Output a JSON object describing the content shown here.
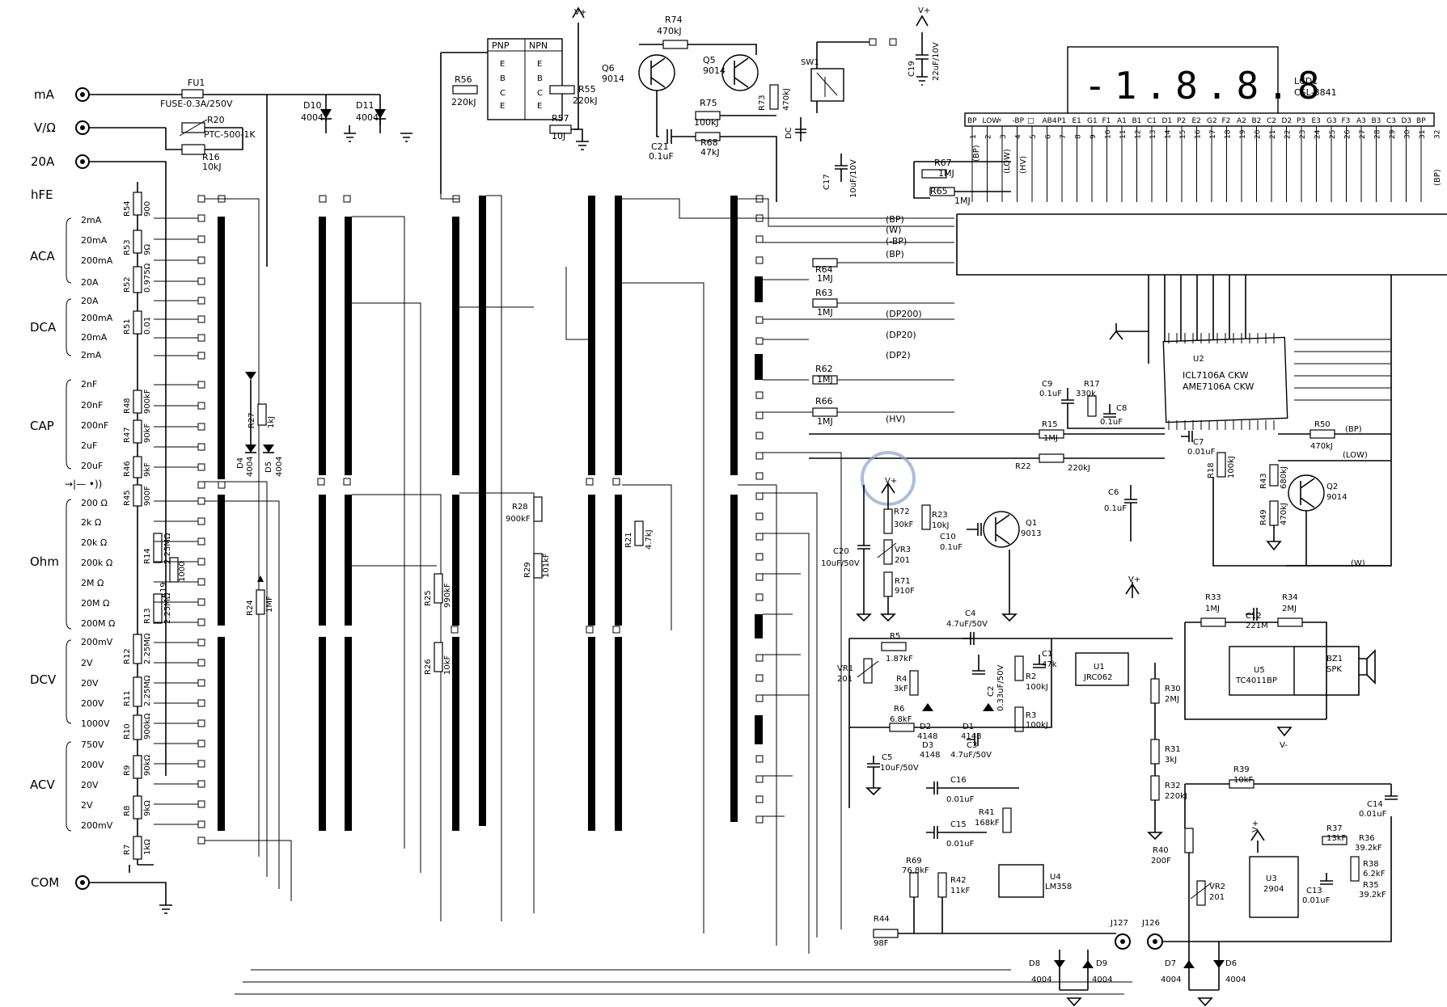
{
  "inputs": {
    "terminals": [
      "mA",
      "V/Ω",
      "20A",
      "COM"
    ],
    "hfe_label": "hFE"
  },
  "fuse": {
    "ref": "FU1",
    "value": "FUSE-0.3A/250V"
  },
  "ptc": {
    "ref": "R20",
    "value": "PTC-500-1K"
  },
  "r16": {
    "ref": "R16",
    "value": "10kJ"
  },
  "ranges": {
    "ACA": [
      "2mA",
      "20mA",
      "200mA",
      "20A"
    ],
    "DCA": [
      "20A",
      "200mA",
      "20mA",
      "2mA"
    ],
    "CAP": [
      "2nF",
      "20nF",
      "200nF",
      "2uF",
      "20uF"
    ],
    "diode_label": "→|— •))",
    "Ohm": [
      "200 Ω",
      "2k Ω",
      "20k Ω",
      "200k Ω",
      "2M Ω",
      "20M Ω",
      "200M Ω"
    ],
    "DCV": [
      "200mV",
      "2V",
      "20V",
      "200V",
      "1000V"
    ],
    "ACV": [
      "750V",
      "200V",
      "20V",
      "2V",
      "200mV"
    ]
  },
  "group_labels": [
    "ACA",
    "DCA",
    "CAP",
    "Ohm",
    "DCV",
    "ACV"
  ],
  "left_resistors": [
    {
      "ref": "R54",
      "value": "900"
    },
    {
      "ref": "R53",
      "value": "9Ω"
    },
    {
      "ref": "R52",
      "value": "0.975Ω"
    },
    {
      "ref": "R51",
      "value": "0.01"
    },
    {
      "ref": "R48",
      "value": "900kF"
    },
    {
      "ref": "R47",
      "value": "90kF"
    },
    {
      "ref": "R46",
      "value": "9kF"
    },
    {
      "ref": "R45",
      "value": "900F"
    },
    {
      "ref": "R14",
      "value": "2.25MΩ"
    },
    {
      "ref": "R19",
      "value": "1000"
    },
    {
      "ref": "R13",
      "value": "2.25MΩ"
    },
    {
      "ref": "R12",
      "value": "2.25MΩ"
    },
    {
      "ref": "R11",
      "value": "2.25MΩ"
    },
    {
      "ref": "R10",
      "value": "900kΩ"
    },
    {
      "ref": "R9",
      "value": "90kΩ"
    },
    {
      "ref": "R8",
      "value": "9kΩ"
    },
    {
      "ref": "R7",
      "value": "1kΩ"
    }
  ],
  "diodes_top": [
    {
      "ref": "D10",
      "value": "4004"
    },
    {
      "ref": "D11",
      "value": "4004"
    }
  ],
  "mid_parts": [
    {
      "ref": "R27",
      "value": "1kJ"
    },
    {
      "ref": "D4",
      "value": "4004"
    },
    {
      "ref": "D5",
      "value": "4004"
    },
    {
      "ref": "R24",
      "value": "1MF"
    },
    {
      "ref": "R25",
      "value": "990kF"
    },
    {
      "ref": "R26",
      "value": "10kF"
    },
    {
      "ref": "R28",
      "value": "900kF"
    },
    {
      "ref": "R29",
      "value": "101kF"
    },
    {
      "ref": "R21",
      "value": "4.7kJ"
    }
  ],
  "hfe_block": {
    "pnp": "PNP",
    "npn": "NPN",
    "pins": [
      "E",
      "B",
      "C",
      "E"
    ],
    "r56": {
      "ref": "R56",
      "value": "220kJ"
    },
    "r55": {
      "ref": "R55",
      "value": "220kJ"
    },
    "r57": {
      "ref": "R57",
      "value": "10J"
    }
  },
  "top_parts": [
    {
      "ref": "R74",
      "value": "470kJ"
    },
    {
      "ref": "Q6",
      "value": "9014"
    },
    {
      "ref": "Q5",
      "value": "9014"
    },
    {
      "ref": "R75",
      "value": "100kJ"
    },
    {
      "ref": "R68",
      "value": "47kJ"
    },
    {
      "ref": "C21",
      "value": "0.1uF"
    },
    {
      "ref": "R73",
      "value": "470kJ"
    },
    {
      "ref": "SW1",
      "value": ""
    },
    {
      "ref": "C19",
      "value": "22uF/10V"
    },
    {
      "ref": "C17",
      "value": "10uF/10V"
    },
    {
      "ref": "R67",
      "value": "1MJ"
    },
    {
      "ref": "R65",
      "value": "1MJ"
    },
    {
      "ref": "DC",
      "value": ""
    }
  ],
  "lcd": {
    "ref": "LCD1",
    "part": "CSL-8841",
    "digits": "-1.8.8.8",
    "segments": [
      "BP",
      "LOW",
      "⚡",
      "-BP",
      "□",
      "AB4",
      "P1",
      "E1",
      "G1",
      "F1",
      "A1",
      "B1",
      "C1",
      "D1",
      "P2",
      "E2",
      "G2",
      "F2",
      "A2",
      "B2",
      "C2",
      "D2",
      "P3",
      "E3",
      "G3",
      "F3",
      "A3",
      "B3",
      "C3",
      "D3",
      "BP"
    ],
    "pin_numbers": [
      "1",
      "2",
      "3",
      "4",
      "5",
      "6",
      "7",
      "8",
      "9",
      "10",
      "11",
      "12",
      "13",
      "14",
      "15",
      "16",
      "17",
      "18",
      "19",
      "20",
      "21",
      "22",
      "23",
      "24",
      "25",
      "26",
      "27",
      "28",
      "29",
      "30",
      "31",
      "32"
    ],
    "bus_labels": [
      "(BP)",
      "(LOW)",
      "(HV)",
      "(BP)"
    ]
  },
  "net_labels": [
    "(BP)",
    "(W)",
    "(-BP)",
    "(BP)",
    "(DP200)",
    "(DP20)",
    "(DP2)",
    "(HV)"
  ],
  "right_resistors": [
    {
      "ref": "R64",
      "value": "1MJ"
    },
    {
      "ref": "R63",
      "value": "1MJ"
    },
    {
      "ref": "R62",
      "value": "1MJ"
    },
    {
      "ref": "R66",
      "value": "1MJ"
    }
  ],
  "adc": {
    "ref": "U2",
    "part1": "ICL7106A CKW",
    "part2": "AME7106A CKW",
    "c9": {
      "ref": "C9",
      "value": "0.1uF"
    },
    "r17": {
      "ref": "R17",
      "value": "330k"
    },
    "c8": {
      "ref": "C8",
      "value": "0.1uF"
    },
    "c7": {
      "ref": "C7",
      "value": "0.01uF"
    },
    "r15": {
      "ref": "R15",
      "value": "1MJ"
    },
    "r22": {
      "ref": "R22",
      "value": "220kJ"
    },
    "c6": {
      "ref": "C6",
      "value": "0.1uF"
    },
    "r18": {
      "ref": "R18",
      "value": "100kJ"
    }
  },
  "low_batt": {
    "r50": {
      "ref": "R50",
      "value": "470kJ"
    },
    "net_bp": "(BP)",
    "net_low": "(LOW)",
    "q2": {
      "ref": "Q2",
      "value": "9014"
    },
    "r43": {
      "ref": "R43",
      "value": "680kJ"
    },
    "r49": {
      "ref": "R49",
      "value": "470kJ"
    },
    "net_w": "(W)"
  },
  "ref_block": {
    "r72": {
      "ref": "R72",
      "value": "30kF"
    },
    "r23": {
      "ref": "R23",
      "value": "10kJ"
    },
    "vr3": {
      "ref": "VR3",
      "value": "201"
    },
    "r71": {
      "ref": "R71",
      "value": "910F"
    },
    "c20": {
      "ref": "C20",
      "value": "10uF/50V"
    },
    "c10": {
      "ref": "C10",
      "value": "0.1uF"
    },
    "q1": {
      "ref": "Q1",
      "value": "9013"
    }
  },
  "ac_block": {
    "c4": {
      "ref": "C4",
      "value": "4.7uF/50V"
    },
    "r5": {
      "ref": "R5",
      "value": "1.87kF"
    },
    "vr1": {
      "ref": "VR1",
      "value": "201"
    },
    "r4": {
      "ref": "R4",
      "value": "3kF"
    },
    "c2": {
      "ref": "C2",
      "value": "0.33uF/50V"
    },
    "c1": {
      "ref": "C1",
      "value": "47k"
    },
    "r2": {
      "ref": "R2",
      "value": "100kJ"
    },
    "r3": {
      "ref": "R3",
      "value": "100kJ"
    },
    "u1": {
      "ref": "U1",
      "value": "JRC062"
    },
    "d2": {
      "ref": "D2",
      "value": "4148"
    },
    "d1": {
      "ref": "D1",
      "value": "4148"
    },
    "d3": {
      "ref": "D3",
      "value": "4148"
    },
    "r6": {
      "ref": "R6",
      "value": "6.8kF"
    },
    "c3": {
      "ref": "C3",
      "value": "4.7uF/50V"
    },
    "c5": {
      "ref": "C5",
      "value": "10uF/50V"
    }
  },
  "buzzer": {
    "r33": {
      "ref": "R33",
      "value": "1MJ"
    },
    "c12": {
      "ref": "C12",
      "value": "221M"
    },
    "r34": {
      "ref": "R34",
      "value": "2MJ"
    },
    "u5": {
      "ref": "U5",
      "value": "TC4011BP"
    },
    "bz1": {
      "ref": "BZ1",
      "value": "SPK"
    },
    "r30": {
      "ref": "R30",
      "value": "2MJ"
    },
    "r31": {
      "ref": "R31",
      "value": "3kJ"
    },
    "r32": {
      "ref": "R32",
      "value": "220kJ"
    }
  },
  "bottom_mid": {
    "c16": {
      "ref": "C16",
      "value": "0.01uF"
    },
    "c15": {
      "ref": "C15",
      "value": "0.01uF"
    },
    "r41": {
      "ref": "R41",
      "value": "168kF"
    },
    "r69": {
      "ref": "R69",
      "value": "76.8kF"
    },
    "r42": {
      "ref": "R42",
      "value": "11kF"
    },
    "u4": {
      "ref": "U4",
      "value": "LM358"
    },
    "r44": {
      "ref": "R44",
      "value": "98F"
    },
    "j127": "J127",
    "d8": {
      "ref": "D8",
      "value": "4004"
    },
    "d9": {
      "ref": "D9",
      "value": "4004"
    }
  },
  "bottom_right": {
    "r39": {
      "ref": "R39",
      "value": "10kF"
    },
    "c14": {
      "ref": "C14",
      "value": "0.01uF"
    },
    "r37": {
      "ref": "R37",
      "value": "13kF"
    },
    "r36": {
      "ref": "R36",
      "value": "39.2kF"
    },
    "r38": {
      "ref": "R38",
      "value": "6.2kF"
    },
    "r35": {
      "ref": "R35",
      "value": "39.2kF"
    },
    "c13": {
      "ref": "C13",
      "value": "0.01uF"
    },
    "u3": {
      "ref": "U3",
      "value": "2904"
    },
    "r40": {
      "ref": "R40",
      "value": "200F"
    },
    "vr2": {
      "ref": "VR2",
      "value": "201"
    },
    "j126": "J126",
    "d7": {
      "ref": "D7",
      "value": "4004"
    },
    "d6": {
      "ref": "D6",
      "value": "4004"
    }
  },
  "vplus": "V+",
  "vminus": "V-"
}
